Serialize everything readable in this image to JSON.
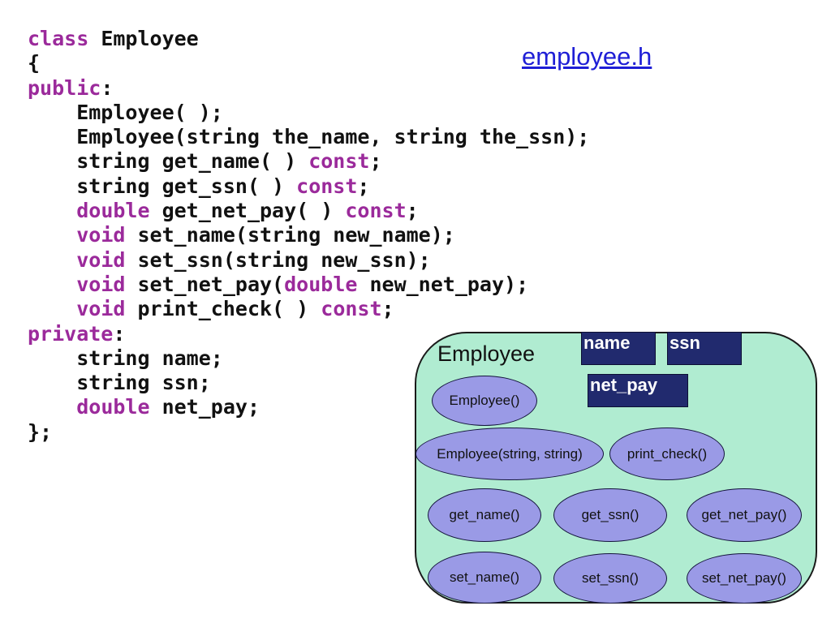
{
  "code": {
    "lines": [
      [
        {
          "t": "class",
          "k": 1
        },
        {
          "t": " Employee",
          "k": 0
        }
      ],
      [
        {
          "t": "{",
          "k": 0
        }
      ],
      [
        {
          "t": "public",
          "k": 1
        },
        {
          "t": ":",
          "k": 0
        }
      ],
      [
        {
          "t": "    Employee( );",
          "k": 0
        }
      ],
      [
        {
          "t": "    Employee(string the_name, string the_ssn);",
          "k": 0
        }
      ],
      [
        {
          "t": "    string get_name( ) ",
          "k": 0
        },
        {
          "t": "const",
          "k": 1
        },
        {
          "t": ";",
          "k": 0
        }
      ],
      [
        {
          "t": "    string get_ssn( ) ",
          "k": 0
        },
        {
          "t": "const",
          "k": 1
        },
        {
          "t": ";",
          "k": 0
        }
      ],
      [
        {
          "t": "    ",
          "k": 0
        },
        {
          "t": "double",
          "k": 1
        },
        {
          "t": " get_net_pay( ) ",
          "k": 0
        },
        {
          "t": "const",
          "k": 1
        },
        {
          "t": ";",
          "k": 0
        }
      ],
      [
        {
          "t": "    ",
          "k": 0
        },
        {
          "t": "void",
          "k": 1
        },
        {
          "t": " set_name(string new_name);",
          "k": 0
        }
      ],
      [
        {
          "t": "    ",
          "k": 0
        },
        {
          "t": "void",
          "k": 1
        },
        {
          "t": " set_ssn(string new_ssn);",
          "k": 0
        }
      ],
      [
        {
          "t": "    ",
          "k": 0
        },
        {
          "t": "void",
          "k": 1
        },
        {
          "t": " set_net_pay(",
          "k": 0
        },
        {
          "t": "double",
          "k": 1
        },
        {
          "t": " new_net_pay);",
          "k": 0
        }
      ],
      [
        {
          "t": "    ",
          "k": 0
        },
        {
          "t": "void",
          "k": 1
        },
        {
          "t": " print_check( ) ",
          "k": 0
        },
        {
          "t": "const",
          "k": 1
        },
        {
          "t": ";",
          "k": 0
        }
      ],
      [
        {
          "t": "private",
          "k": 1
        },
        {
          "t": ":",
          "k": 0
        }
      ],
      [
        {
          "t": "    string name;",
          "k": 0
        }
      ],
      [
        {
          "t": "    string ssn;",
          "k": 0
        }
      ],
      [
        {
          "t": "    ",
          "k": 0
        },
        {
          "t": "double",
          "k": 1
        },
        {
          "t": " net_pay;",
          "k": 0
        }
      ],
      [
        {
          "t": "};",
          "k": 0
        }
      ]
    ]
  },
  "header": {
    "filename": "employee.h"
  },
  "diagram": {
    "class_name": "Employee",
    "member_vars": [
      "name",
      "ssn",
      "net_pay"
    ],
    "methods": [
      "Employee()",
      "Employee(string, string)",
      "print_check()",
      "get_name()",
      "get_ssn()",
      "get_net_pay()",
      "set_name()",
      "set_ssn()",
      "set_net_pay()"
    ]
  },
  "colors": {
    "keyword": "#9b2a9b",
    "class_fill": "#b0ecd1",
    "member_fill": "#212a6e",
    "method_fill": "#9a9ae6",
    "link": "#1f1fd6"
  }
}
